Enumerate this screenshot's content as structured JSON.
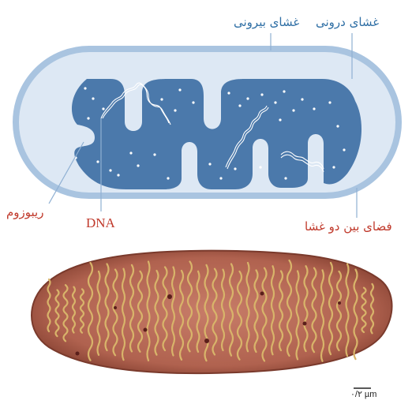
{
  "labels": {
    "inner_membrane": "غشای درونی",
    "outer_membrane": "غشای بیرونی",
    "ribosome": "ریبوزوم",
    "dna": "DNA",
    "intermembrane_space": "فضای بین دو غشا"
  },
  "scale_bar": {
    "text": "۰/۲ µm"
  },
  "colors": {
    "outer_fill": "#dde8f4",
    "outer_stroke": "#a9c4e0",
    "matrix_fill": "#4b79ab",
    "label_blue": "#2f6fa5",
    "label_red": "#c0392b",
    "micrograph_base": "#b86a58",
    "cristae": "#d8b46a"
  }
}
